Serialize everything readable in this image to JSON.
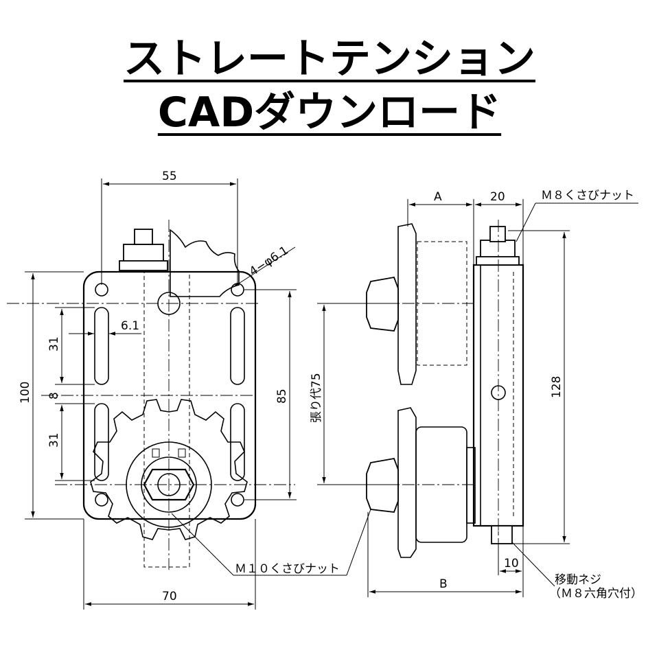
{
  "title": {
    "line1": "ストレートテンション",
    "line2": "CADダウンロード"
  },
  "front_view": {
    "dims": {
      "top_width": "55",
      "bottom_width": "70",
      "height_total": "100",
      "hole_pitch": "85",
      "slot_length_upper": "31",
      "slot_gap": "8",
      "slot_length_lower": "31",
      "slot_width": "6.1",
      "hole_callout": "4−φ6.1"
    },
    "nut_label": "Ｍ１０くさびナット"
  },
  "side_view": {
    "dims": {
      "A": "A",
      "width_20": "20",
      "travel": "張り代75",
      "height_128": "128",
      "width_10": "10",
      "B": "B"
    },
    "nut_label_top": "Ｍ８くさびナット",
    "screw_label_1": "移動ネジ",
    "screw_label_2": "（Ｍ８六角穴付）"
  }
}
